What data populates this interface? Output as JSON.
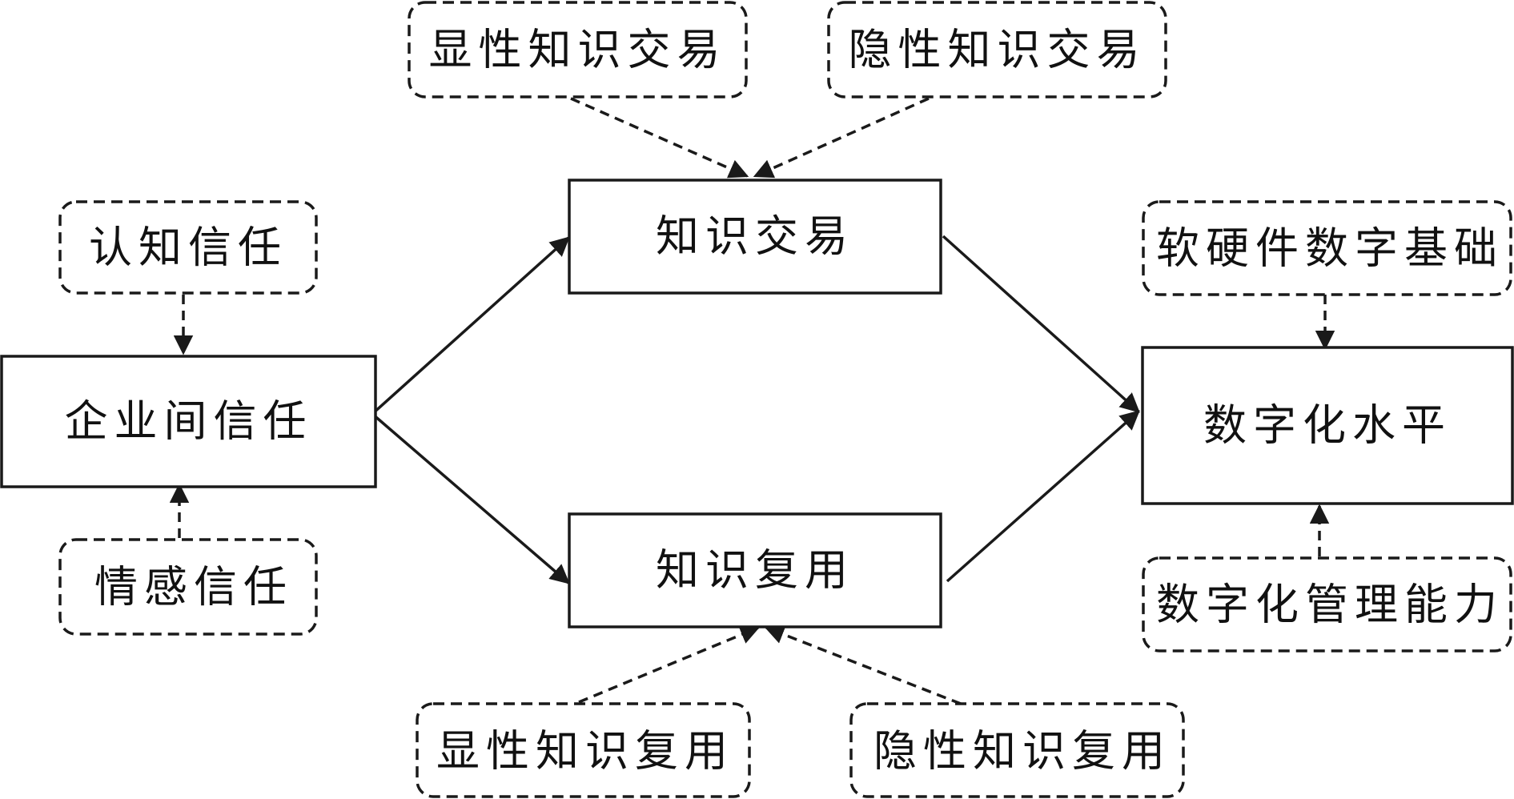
{
  "colors": {
    "line": "#1a1a1a",
    "text": "#111111",
    "background": "#ffffff"
  },
  "nodes": {
    "explicit_trade": "显性知识交易",
    "tacit_trade": "隐性知识交易",
    "cognitive_trust": "认知信任",
    "knowledge_trade": "知识交易",
    "digital_foundation": "软硬件数字基础",
    "inter_firm_trust": "企业间信任",
    "digital_level": "数字化水平",
    "emotional_trust": "情感信任",
    "knowledge_reuse": "知识复用",
    "digital_management": "数字化管理能力",
    "explicit_reuse": "显性知识复用",
    "tacit_reuse": "隐性知识复用"
  }
}
